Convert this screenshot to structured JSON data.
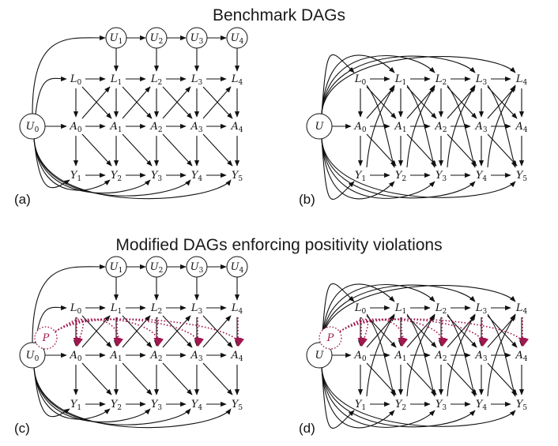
{
  "titles": {
    "benchmark": "Benchmark DAGs",
    "modified": "Modified DAGs enforcing positivity violations"
  },
  "panels": [
    {
      "id": "a",
      "label": "(a)",
      "variant": "sequential-u",
      "positivity": false
    },
    {
      "id": "b",
      "label": "(b)",
      "variant": "single-u",
      "positivity": false
    },
    {
      "id": "c",
      "label": "(c)",
      "variant": "sequential-u",
      "positivity": true
    },
    {
      "id": "d",
      "label": "(d)",
      "variant": "single-u",
      "positivity": true
    }
  ],
  "nodes": {
    "U_seq": [
      {
        "base": "U",
        "sub": "1"
      },
      {
        "base": "U",
        "sub": "2"
      },
      {
        "base": "U",
        "sub": "3"
      },
      {
        "base": "U",
        "sub": "4"
      }
    ],
    "L": [
      {
        "base": "L",
        "sub": "0"
      },
      {
        "base": "L",
        "sub": "1"
      },
      {
        "base": "L",
        "sub": "2"
      },
      {
        "base": "L",
        "sub": "3"
      },
      {
        "base": "L",
        "sub": "4"
      }
    ],
    "A": [
      {
        "base": "A",
        "sub": "0"
      },
      {
        "base": "A",
        "sub": "1"
      },
      {
        "base": "A",
        "sub": "2"
      },
      {
        "base": "A",
        "sub": "3"
      },
      {
        "base": "A",
        "sub": "4"
      }
    ],
    "Y": [
      {
        "base": "Y",
        "sub": "1"
      },
      {
        "base": "Y",
        "sub": "2"
      },
      {
        "base": "Y",
        "sub": "3"
      },
      {
        "base": "Y",
        "sub": "4"
      },
      {
        "base": "Y",
        "sub": "5"
      }
    ],
    "U0": {
      "base": "U",
      "sub": "0"
    },
    "U": {
      "base": "U",
      "sub": ""
    },
    "P": {
      "base": "P",
      "sub": ""
    }
  },
  "colors": {
    "edge": "#111111",
    "positivity": "#a0184f"
  }
}
